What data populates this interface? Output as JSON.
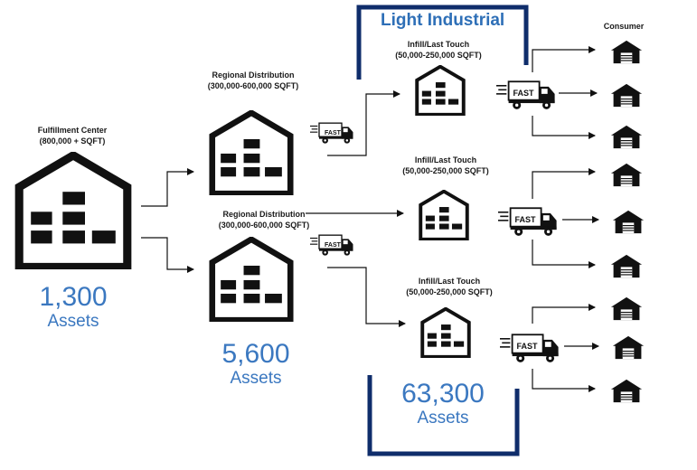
{
  "title": "Light Industrial",
  "consumer_label": "Consumer",
  "fast_label": "FAST",
  "assets_word": "Assets",
  "fulfillment": {
    "name": "Fulfillment Center",
    "size": "(800,000 + SQFT)",
    "count": "1,300"
  },
  "regional": {
    "name": "Regional Distribution",
    "size": "(300,000-600,000 SQFT)",
    "count": "5,600"
  },
  "infill": {
    "name": "Infill/Last Touch",
    "size": "(50,000-250,000  SQFT)",
    "count": "63,300"
  },
  "colors": {
    "navy": "#0f2d6b",
    "accent_blue": "#3b78c0",
    "black": "#111111"
  }
}
